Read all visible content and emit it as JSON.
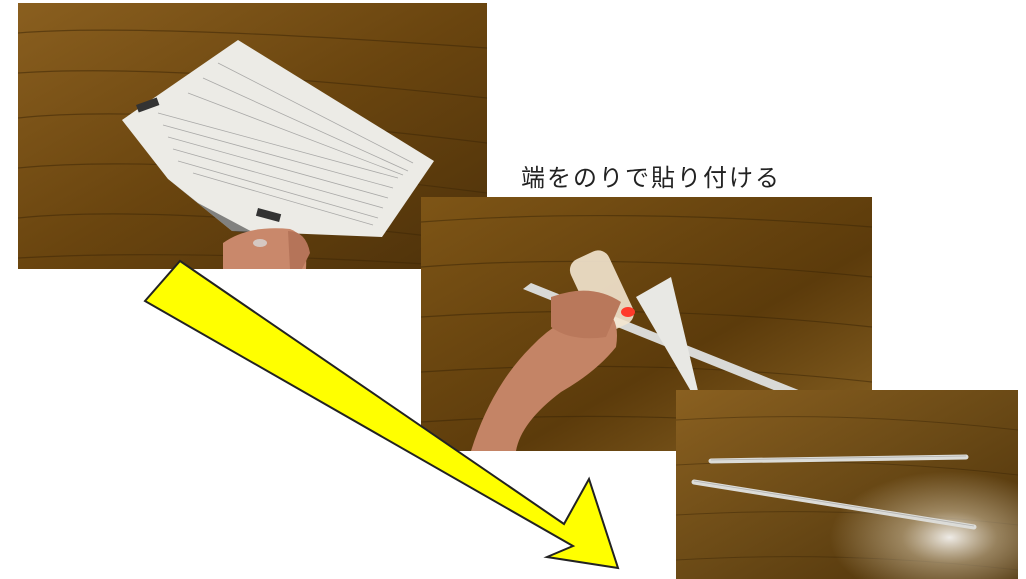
{
  "caption": "端をのりで貼り付ける",
  "colors": {
    "arrow_fill": "#ffff00",
    "floor": "#6b4712",
    "paper": "#ecebe6"
  },
  "photos": [
    {
      "name": "photo-spread-newspaper",
      "depicts": "newspaper-on-floor"
    },
    {
      "name": "photo-glue-edge",
      "depicts": "hand-gluing-rolled-paper"
    },
    {
      "name": "photo-finished-sticks",
      "depicts": "two-paper-sticks"
    }
  ]
}
